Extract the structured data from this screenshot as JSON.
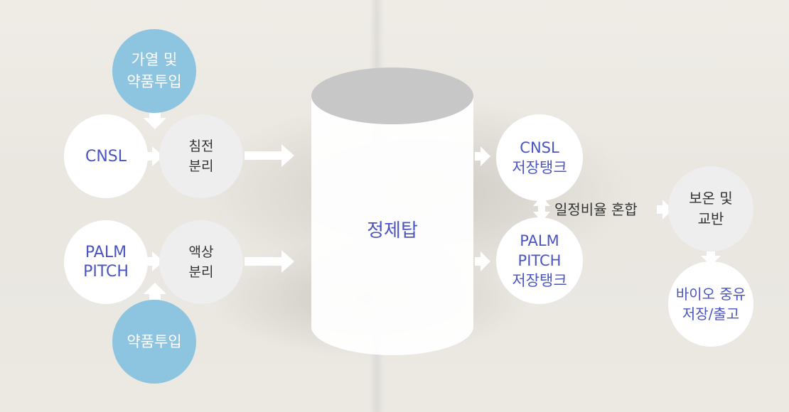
{
  "nodes": {
    "heat_chem": "가열 및\n약품투입",
    "cnsl": "CNSL",
    "sediment": "침전\n분리",
    "palm_pitch": "PALM\nPITCH",
    "liquid": "액상\n분리",
    "chem": "약품투입",
    "tower": "정제탑",
    "cnsl_tank": "CNSL\n저장탱크",
    "palm_tank": "PALM\nPITCH\n저장탱크",
    "keep_stir": "보온 및\n교반",
    "bio_storage": "바이오 중유\n저장/출고"
  },
  "mix_label": "일정비율 혼합",
  "colors": {
    "blue_circle": "#8dc4e0",
    "accent_text": "#4a55c2",
    "dark_text": "#333333",
    "arrow": "#ffffff"
  }
}
